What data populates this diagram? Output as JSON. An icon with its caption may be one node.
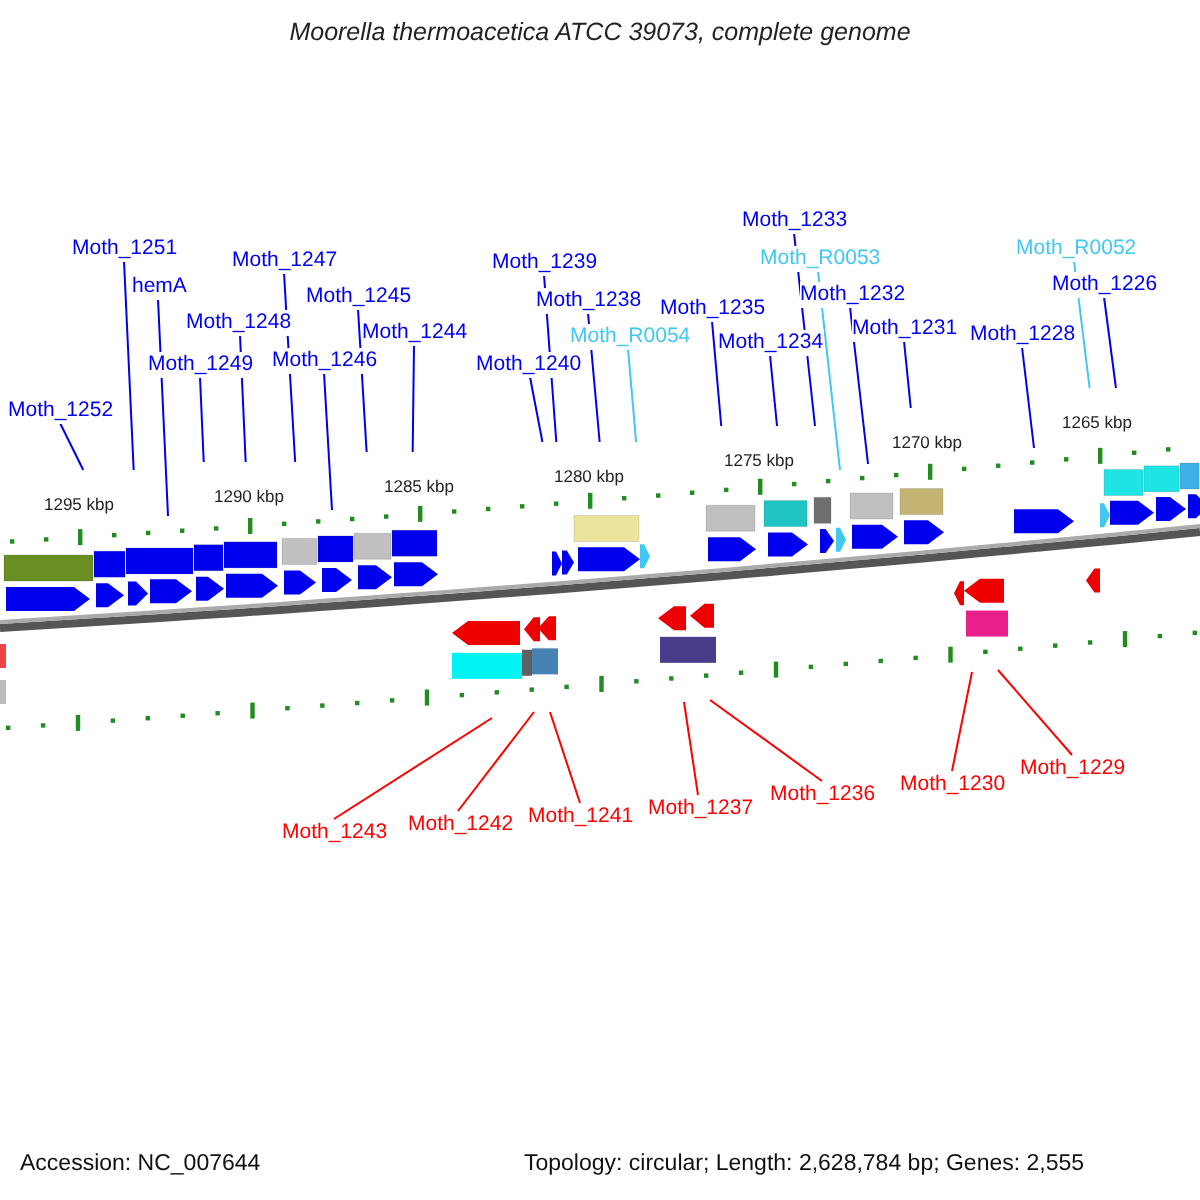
{
  "diagram": {
    "title": "Moorella thermoacetica ATCC 39073, complete genome",
    "nodes": [
      {
        "text": [
          "Moth_1252"
        ]
      },
      {
        "text": [
          "Moth_1251"
        ]
      },
      {
        "text": [
          "hemA"
        ]
      },
      {
        "text": [
          "Moth_1249"
        ]
      },
      {
        "text": [
          "Moth_1248"
        ]
      },
      {
        "text": [
          "Moth_1247"
        ]
      },
      {
        "text": [
          "Moth_1246"
        ]
      },
      {
        "text": [
          "Moth_1245"
        ]
      },
      {
        "text": [
          "Moth_1244"
        ]
      },
      {
        "text": [
          "Moth_1240"
        ]
      },
      {
        "text": [
          "Moth_1239"
        ]
      },
      {
        "text": [
          "Moth_1238"
        ]
      },
      {
        "text": [
          "Moth_R0054"
        ]
      },
      {
        "text": [
          "Moth_1235"
        ]
      },
      {
        "text": [
          "Moth_1234"
        ]
      },
      {
        "text": [
          "Moth_1233"
        ]
      },
      {
        "text": [
          "Moth_R0053"
        ]
      },
      {
        "text": [
          "Moth_1232"
        ]
      },
      {
        "text": [
          "Moth_1231"
        ]
      },
      {
        "text": [
          "Moth_1228"
        ]
      },
      {
        "text": [
          "Moth_R0052"
        ]
      },
      {
        "text": [
          "Moth_1226"
        ]
      },
      {
        "text": [
          "Moth_1243"
        ]
      },
      {
        "text": [
          "Moth_1242"
        ]
      },
      {
        "text": [
          "Moth_1241"
        ]
      },
      {
        "text": [
          "Moth_1237"
        ]
      },
      {
        "text": [
          "Moth_1236"
        ]
      },
      {
        "text": [
          "Moth_1230"
        ]
      },
      {
        "text": [
          "Moth_1229"
        ]
      }
    ],
    "edges": [
      {
        "from": 0,
        "to": null,
        "arrow": "none"
      },
      {
        "from": 1,
        "to": null,
        "arrow": "none"
      },
      {
        "from": 2,
        "to": null,
        "arrow": "none"
      },
      {
        "from": 3,
        "to": null,
        "arrow": "none"
      },
      {
        "from": 4,
        "to": null,
        "arrow": "none"
      },
      {
        "from": 5,
        "to": null,
        "arrow": "none"
      },
      {
        "from": 6,
        "to": null,
        "arrow": "none"
      },
      {
        "from": 7,
        "to": null,
        "arrow": "none"
      },
      {
        "from": 8,
        "to": null,
        "arrow": "none"
      },
      {
        "from": 9,
        "to": null,
        "arrow": "none"
      },
      {
        "from": 10,
        "to": null,
        "arrow": "none"
      },
      {
        "from": 11,
        "to": null,
        "arrow": "none"
      },
      {
        "from": 12,
        "to": null,
        "arrow": "none",
        "color": "#40c8f0"
      },
      {
        "from": 13,
        "to": null,
        "arrow": "none"
      },
      {
        "from": 14,
        "to": null,
        "arrow": "none"
      },
      {
        "from": 15,
        "to": null,
        "arrow": "none"
      },
      {
        "from": 16,
        "to": null,
        "arrow": "none",
        "color": "#40c8f0"
      },
      {
        "from": 17,
        "to": null,
        "arrow": "none"
      },
      {
        "from": 18,
        "to": null,
        "arrow": "none"
      },
      {
        "from": 19,
        "to": null,
        "arrow": "none"
      },
      {
        "from": 20,
        "to": null,
        "arrow": "none",
        "color": "#40c8f0"
      },
      {
        "from": 21,
        "to": null,
        "arrow": "none"
      },
      {
        "from": 22,
        "to": null,
        "arrow": "none",
        "color": "#ff0000"
      },
      {
        "from": 23,
        "to": null,
        "arrow": "none",
        "color": "#ff0000"
      },
      {
        "from": 24,
        "to": null,
        "arrow": "none",
        "color": "#ff0000"
      },
      {
        "from": 25,
        "to": null,
        "arrow": "none",
        "color": "#ff0000"
      },
      {
        "from": 26,
        "to": null,
        "arrow": "none",
        "color": "#ff0000"
      },
      {
        "from": 27,
        "to": null,
        "arrow": "none",
        "color": "#ff0000"
      },
      {
        "from": 28,
        "to": null,
        "arrow": "none",
        "color": "#ff0000"
      }
    ],
    "labels": [
      "1295 kbp",
      "1290 kbp",
      "1285 kbp",
      "1280 kbp",
      "1275 kbp",
      "1270 kbp",
      "1265 kbp",
      "Accession: NC_007644",
      "Topology: circular; Length: 2,628,784 bp; Genes: 2,555"
    ]
  }
}
